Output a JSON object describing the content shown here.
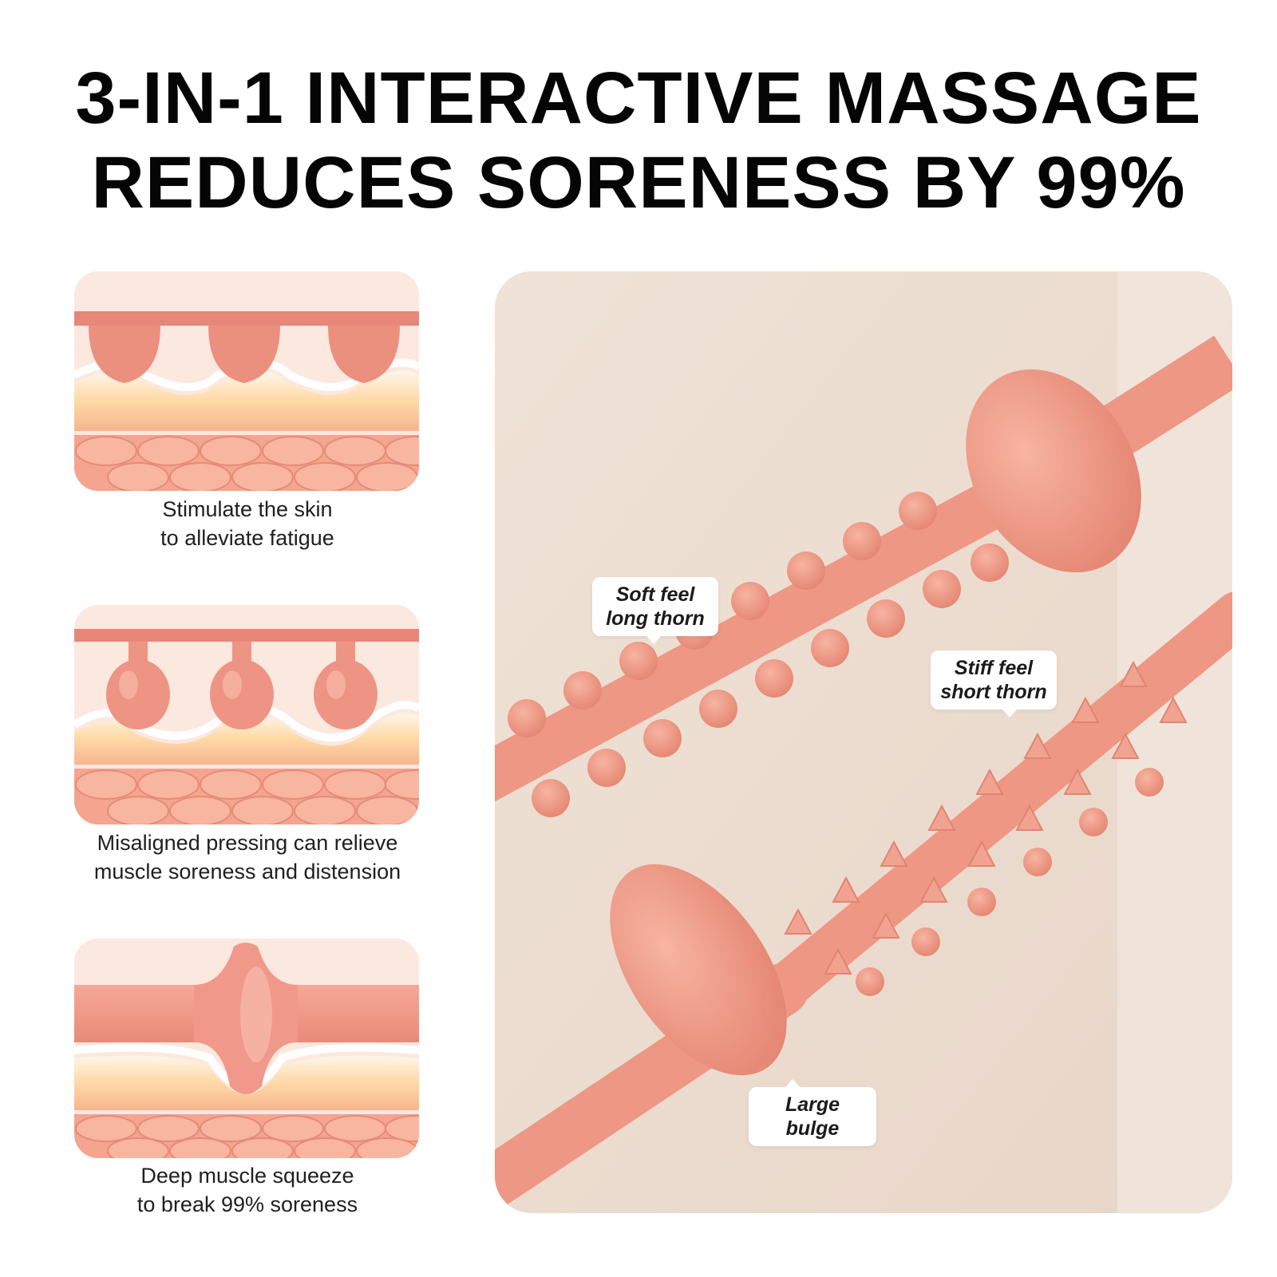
{
  "headline": {
    "line1": "3-IN-1 INTERACTIVE MASSAGE",
    "line2": "REDUCES SORENESS BY 99%"
  },
  "features": [
    {
      "caption_line1": "Stimulate the skin",
      "caption_line2": "to alleviate fatigue"
    },
    {
      "caption_line1": "Misaligned pressing can relieve",
      "caption_line2": "muscle soreness and distension"
    },
    {
      "caption_line1": "Deep muscle squeeze",
      "caption_line2": "to break 99% soreness"
    }
  ],
  "callouts": {
    "soft": {
      "line1": "Soft feel",
      "line2": "long thorn"
    },
    "stiff": {
      "line1": "Stiff feel",
      "line2": "short thorn"
    },
    "bulge": {
      "line1": "Large",
      "line2": "bulge"
    }
  },
  "colors": {
    "product_pink": "#f2a08e",
    "background_beige": "#f6ece4",
    "headline_text": "#050505"
  }
}
